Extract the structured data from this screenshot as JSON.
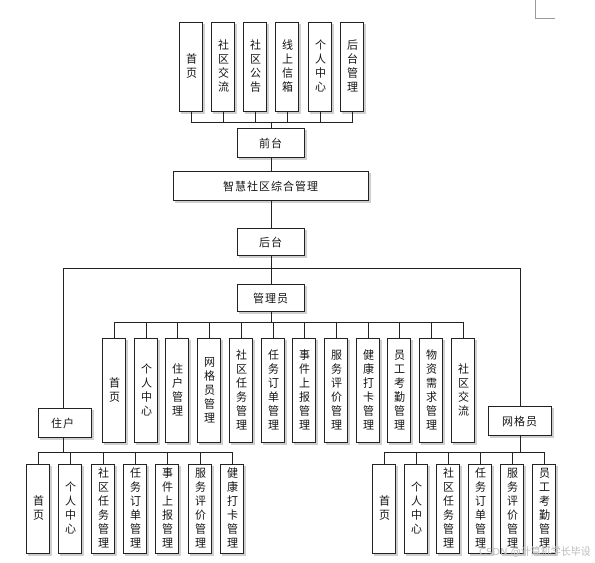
{
  "diagram": {
    "frontend_modules": [
      "首页",
      "社区交流",
      "社区公告",
      "线上信箱",
      "个人中心",
      "后台管理"
    ],
    "frontend": "前台",
    "system": "智慧社区综合管理",
    "backend": "后台",
    "admin": "管理员",
    "admin_modules": [
      "首页",
      "个人中心",
      "住户管理",
      "网格员管理",
      "社区任务管理",
      "任务订单管理",
      "事件上报管理",
      "服务评价管理",
      "健康打卡管理",
      "员工考勤管理",
      "物资需求管理",
      "社区交流"
    ],
    "resident": "住户",
    "resident_modules": [
      "首页",
      "个人中心",
      "社区任务管理",
      "任务订单管理",
      "事件上报管理",
      "服务评价管理",
      "健康打卡管理"
    ],
    "grid_worker": "网格员",
    "grid_modules": [
      "首页",
      "个人中心",
      "社区任务管理",
      "任务订单管理",
      "服务评价管理",
      "员工考勤管理"
    ]
  },
  "watermark": "CSDN @计算机学长毕设"
}
